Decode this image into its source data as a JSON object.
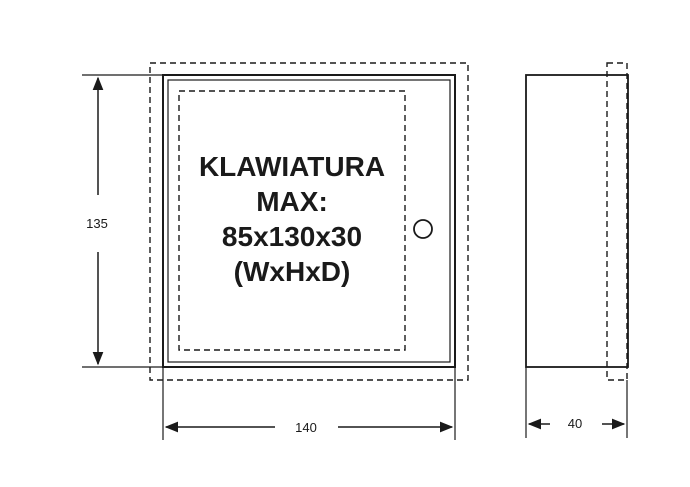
{
  "label": {
    "line1": "KLAWIATURA",
    "line2": "MAX:",
    "line3": "85x130x30",
    "line4": "(WxHxD)"
  },
  "dimensions": {
    "height": "135",
    "width": "140",
    "depth": "40"
  },
  "colors": {
    "line": "#1a1a1a",
    "background": "#ffffff"
  }
}
